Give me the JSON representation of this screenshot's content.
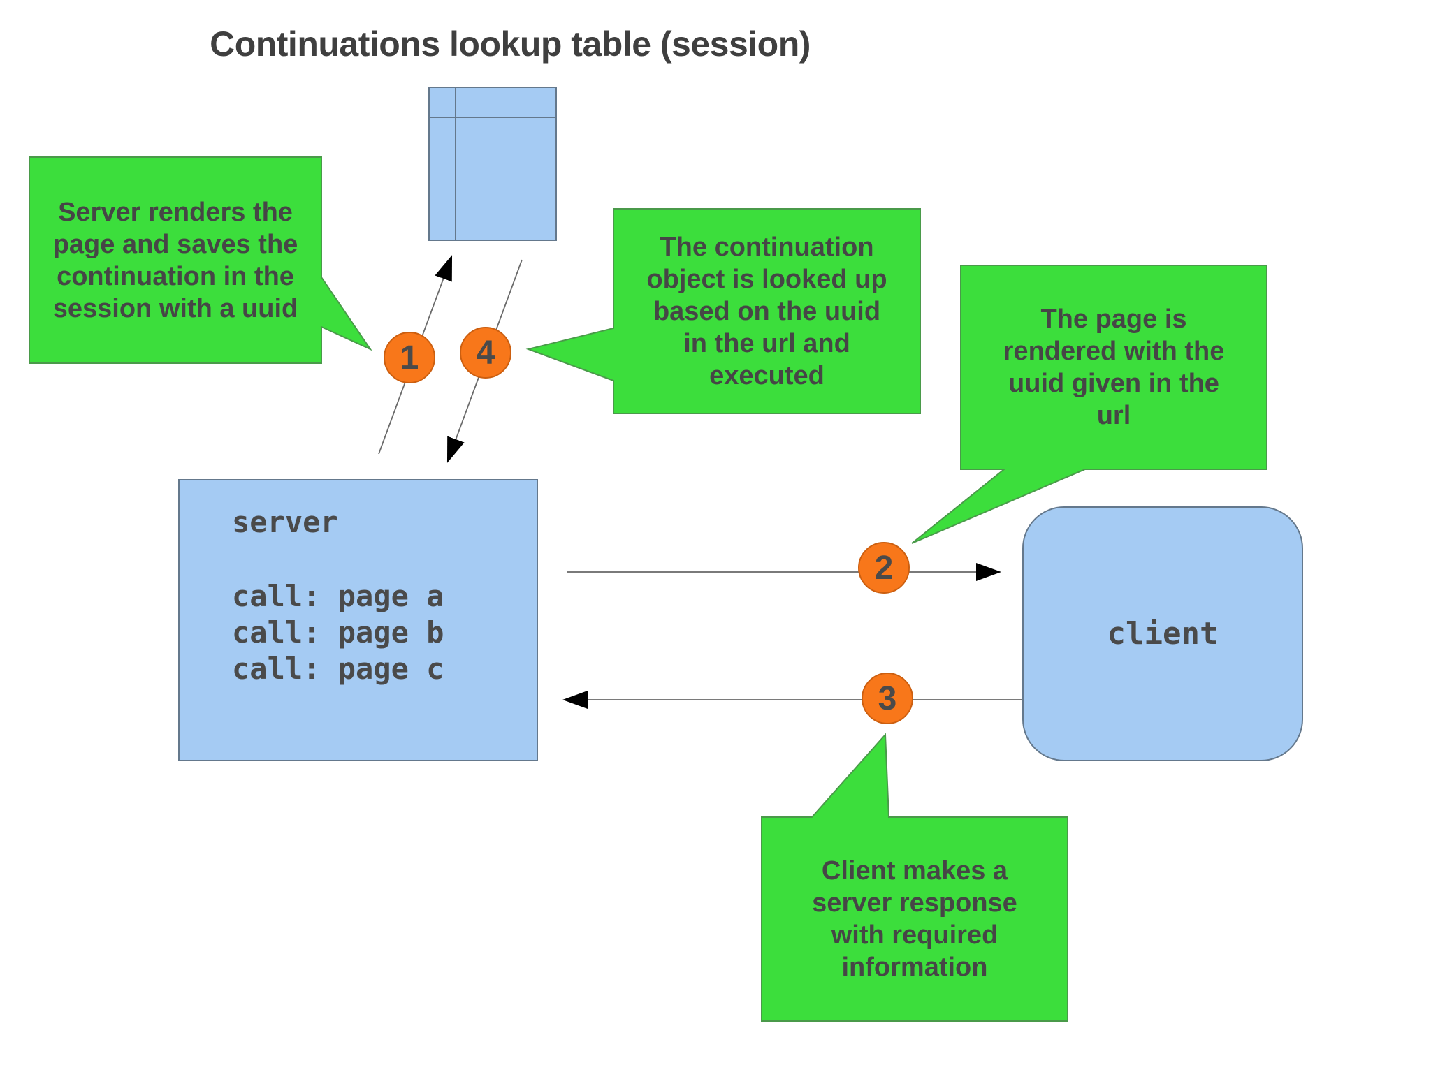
{
  "title": "Continuations lookup table (session)",
  "colors": {
    "green": "#3cde3c",
    "green_border": "#4a9a4a",
    "blue": "#a5cbf3",
    "blue_border": "#64788c",
    "orange": "#f8771a",
    "orange_border": "#cc5f10",
    "text": "#3f3f3f"
  },
  "callouts": {
    "step1": {
      "text": "Server renders the\npage and saves the\ncontinuation in the\nsession with a uuid"
    },
    "step4": {
      "text": "The continuation\nobject is looked up\nbased on the uuid\nin the url and\nexecuted"
    },
    "step2": {
      "text": "The page is\nrendered with the\nuuid given in the\nurl"
    },
    "step3": {
      "text": "Client makes a\nserver response\nwith required\ninformation"
    }
  },
  "nodes": {
    "server": {
      "title": "server",
      "calls": "call: page a\ncall: page b\ncall: page c"
    },
    "client": {
      "label": "client"
    }
  },
  "steps": {
    "one": "1",
    "two": "2",
    "three": "3",
    "four": "4"
  }
}
